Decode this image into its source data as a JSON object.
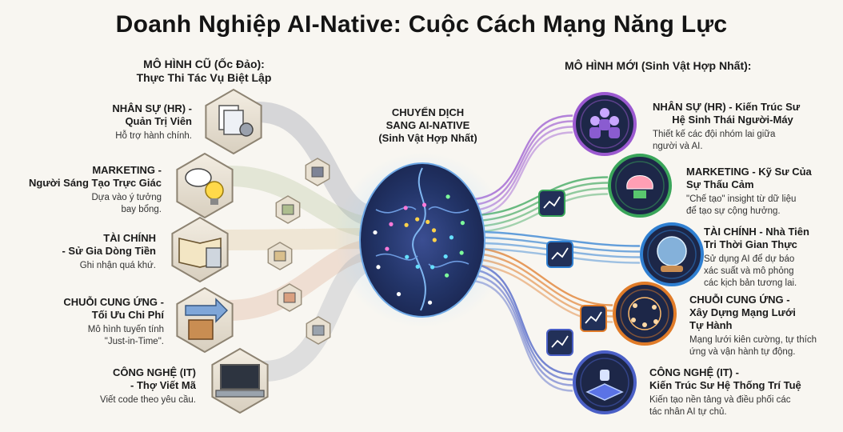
{
  "title": "Doanh Nghiệp AI-Native: Cuộc Cách Mạng Năng Lực",
  "old_model": {
    "heading_line1": "MÔ HÌNH CŨ (Ốc Đảo):",
    "heading_line2": "Thực Thi Tác Vụ Biệt Lập",
    "items": [
      {
        "title_line1": "NHÂN SỰ (HR) -",
        "title_line2": "Quản Trị Viên",
        "desc_line1": "Hỗ trợ hành chính.",
        "desc_line2": "",
        "icon": "documents-gear-icon",
        "mid_icon": "file-stack-icon",
        "color": "#7e8496"
      },
      {
        "title_line1": "MARKETING -",
        "title_line2": "Người Sáng Tạo Trực Giác",
        "desc_line1": "Dựa vào ý tưởng",
        "desc_line2": "bay bổng.",
        "icon": "thought-lightbulb-icon",
        "mid_icon": "box-icon",
        "color": "#aebd8f"
      },
      {
        "title_line1": "TÀI CHÍNH",
        "title_line2": "- Sử Gia Dòng Tiền",
        "desc_line1": "Ghi nhận quá khứ.",
        "desc_line2": "",
        "icon": "ledger-calculator-icon",
        "mid_icon": "open-book-icon",
        "color": "#d9bf8c"
      },
      {
        "title_line1": "CHUỖI CUNG ỨNG -",
        "title_line2": "Tối Ưu Chi Phí",
        "desc_line1": "Mô hình tuyến tính",
        "desc_line2": "\"Just-in-Time\".",
        "icon": "arrow-box-icon",
        "mid_icon": "arrow-icon",
        "color": "#d9a080"
      },
      {
        "title_line1": "CÔNG NGHỆ (IT)",
        "title_line2": "- Thợ Viết Mã",
        "desc_line1": "Viết code theo yêu cầu.",
        "desc_line2": "",
        "icon": "laptop-code-icon",
        "mid_icon": "code-sheet-icon",
        "color": "#9aa3ad"
      }
    ]
  },
  "transition": {
    "line1": "CHUYỂN DỊCH",
    "line2": "SANG AI-NATIVE",
    "line3": "(Sinh Vật Hợp Nhất)"
  },
  "new_model": {
    "heading": "MÔ HÌNH MỚI (Sinh Vật Hợp Nhất):",
    "items": [
      {
        "title_line1": "NHÂN SỰ (HR) - Kiến Trúc Sư",
        "title_line2": "Hệ Sinh Thái Người-Máy",
        "desc_line1": "Thiết kế các đội nhóm lai giữa",
        "desc_line2": "người và AI.",
        "desc_line3": "",
        "icon": "human-robot-team-icon",
        "mid_icon": "",
        "color": "#9b59d0"
      },
      {
        "title_line1": "MARKETING - Kỹ Sư Của",
        "title_line2": "Sự Thấu Cảm",
        "desc_line1": "\"Chế tạo\" insight từ dữ liệu",
        "desc_line2": "để tạo sự cộng hưởng.",
        "desc_line3": "",
        "icon": "brain-chip-icon",
        "mid_icon": "cloud-network-icon",
        "color": "#3aa55a"
      },
      {
        "title_line1": "TÀI CHÍNH - Nhà Tiên",
        "title_line2": "Tri Thời Gian Thực",
        "desc_line1": "Sử dụng AI để dự báo",
        "desc_line2": "xác suất và mô phỏng",
        "desc_line3": "các kịch bản tương lai.",
        "icon": "crystal-ball-icon",
        "mid_icon": "line-chart-icon",
        "color": "#2f7fd1"
      },
      {
        "title_line1": "CHUỖI CUNG ỨNG -",
        "title_line2": "Xây Dựng Mạng Lưới",
        "title_line3": "Tự Hành",
        "desc_line1": "Mạng lưới kiên cường, tự thích",
        "desc_line2": "ứng và vận hành tự động.",
        "desc_line3": "",
        "icon": "globe-network-icon",
        "mid_icon": "drone-icon",
        "color": "#e07b28"
      },
      {
        "title_line1": "CÔNG NGHỆ (IT) -",
        "title_line2": "Kiến Trúc Sư Hệ Thống Trí Tuệ",
        "desc_line1": "Kiến tạo nền tảng và điều phối các",
        "desc_line2": "tác nhân AI tự chủ.",
        "desc_line3": "",
        "icon": "robot-platform-icon",
        "mid_icon": "ai-chip-icon",
        "color": "#4a5fc6"
      }
    ]
  }
}
